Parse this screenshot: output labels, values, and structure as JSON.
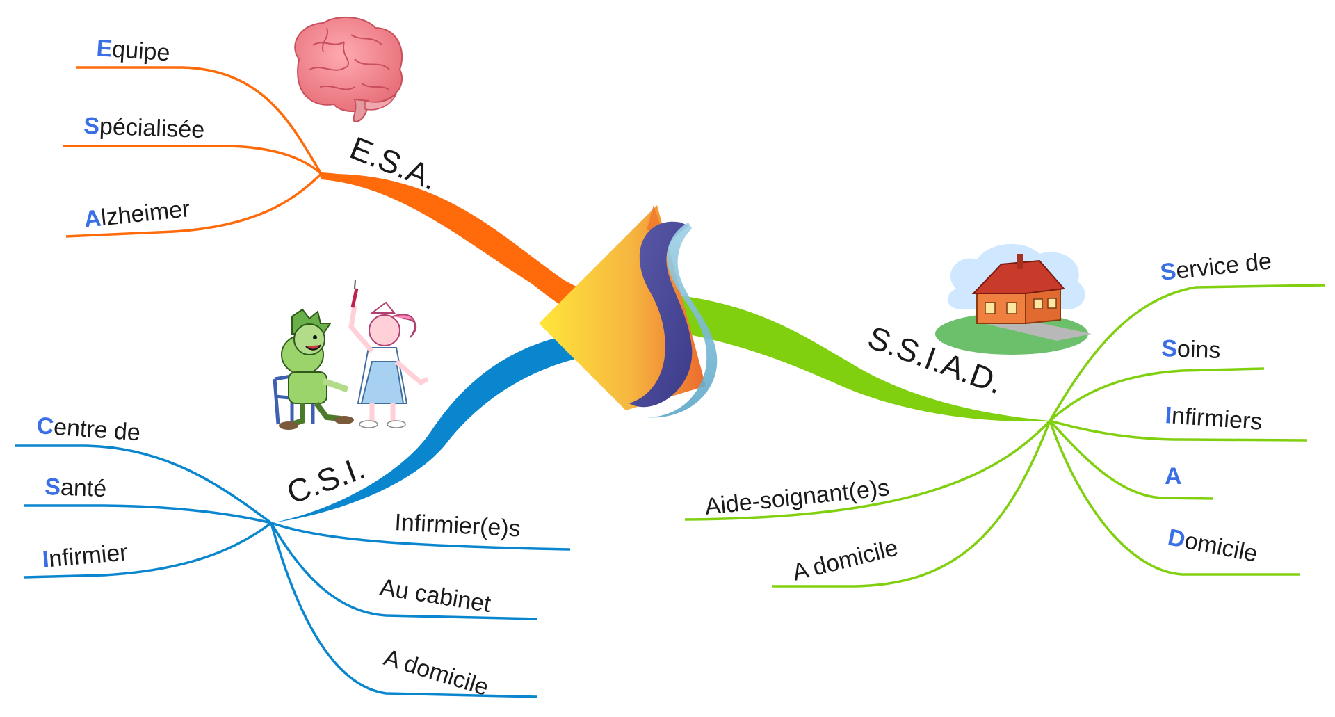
{
  "colors": {
    "esa": "#ff6a0a",
    "csi": "#0a86cf",
    "ssiad": "#80d010",
    "initial": "#3b6fe6",
    "text": "#1a1a1a"
  },
  "branches": {
    "esa": {
      "title": "E.S.A.",
      "icon": "brain-icon",
      "leaves": [
        {
          "initial": "E",
          "rest": "quipe"
        },
        {
          "initial": "S",
          "rest": "pécialisée"
        },
        {
          "initial": "A",
          "rest": "lzheimer"
        }
      ]
    },
    "csi": {
      "title": "C.S.I.",
      "icon": "nurse-and-patient-icon",
      "leaves": [
        {
          "initial": "C",
          "rest": "entre de"
        },
        {
          "initial": "S",
          "rest": "anté"
        },
        {
          "initial": "I",
          "rest": "nfirmier"
        }
      ],
      "details": [
        "Infirmier(e)s",
        "Au cabinet",
        "A domicile"
      ]
    },
    "ssiad": {
      "title": "S.S.I.A.D.",
      "icon": "house-icon",
      "leaves": [
        {
          "initial": "S",
          "rest": "ervice de"
        },
        {
          "initial": "S",
          "rest": "oins"
        },
        {
          "initial": "I",
          "rest": "nfirmiers"
        },
        {
          "initial": "A",
          "rest": ""
        },
        {
          "initial": "D",
          "rest": "omicile"
        }
      ],
      "details": [
        "Aide-soignant(e)s",
        "A domicile"
      ]
    }
  },
  "center": {
    "icon": "central-s-logo-icon"
  }
}
